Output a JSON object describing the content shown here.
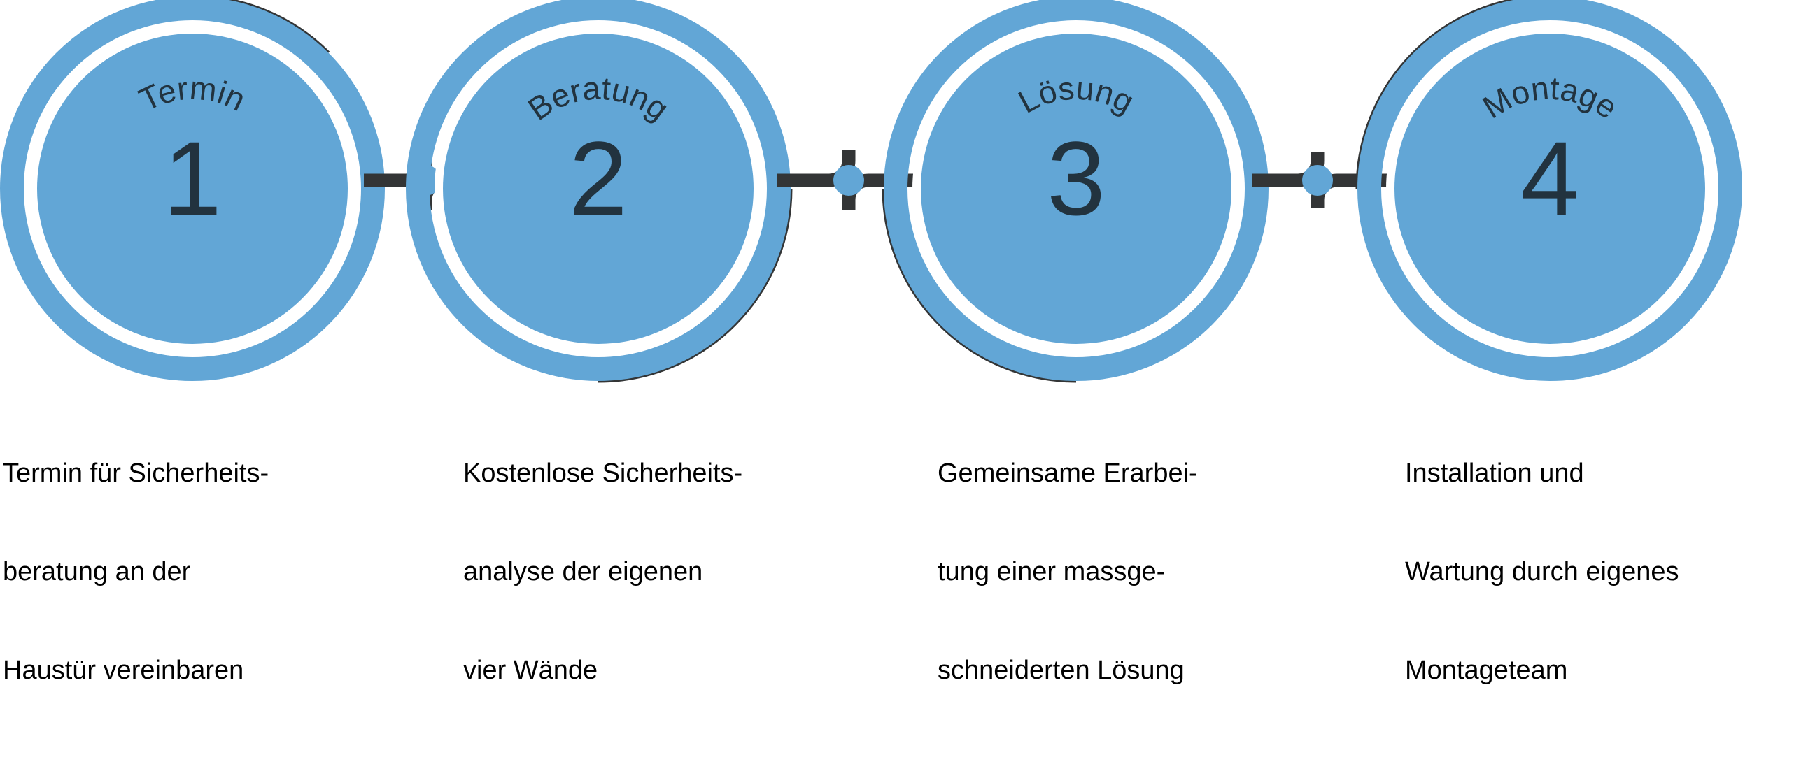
{
  "meta": {
    "title": "Vierstufiger Ablauf",
    "background_color": "#ffffff",
    "accent_blue": "#62a6d6",
    "dark_arc_color": "#333536",
    "number_color": "#22333f",
    "caption_color": "#000000",
    "ring_gap_color": "#ffffff"
  },
  "steps": [
    {
      "number": "1",
      "ring_label": "Termin",
      "caption_lines": [
        "Termin für Sicherheits-",
        "beratung an der",
        "Haustür vereinbaren"
      ]
    },
    {
      "number": "2",
      "ring_label": "Beratung",
      "caption_lines": [
        "Kostenlose Sicherheits-",
        "analyse der eigenen",
        "vier Wände"
      ]
    },
    {
      "number": "3",
      "ring_label": "Lösung",
      "caption_lines": [
        "Gemeinsame Erarbei-",
        "tung einer massge-",
        "schneiderten Lösung"
      ]
    },
    {
      "number": "4",
      "ring_label": "Montage",
      "caption_lines": [
        "Installation und",
        "Wartung durch eigenes",
        "Montageteam"
      ]
    }
  ],
  "connectors": [
    {
      "name": "connector-1-2"
    },
    {
      "name": "connector-2-3"
    },
    {
      "name": "connector-3-4"
    }
  ]
}
